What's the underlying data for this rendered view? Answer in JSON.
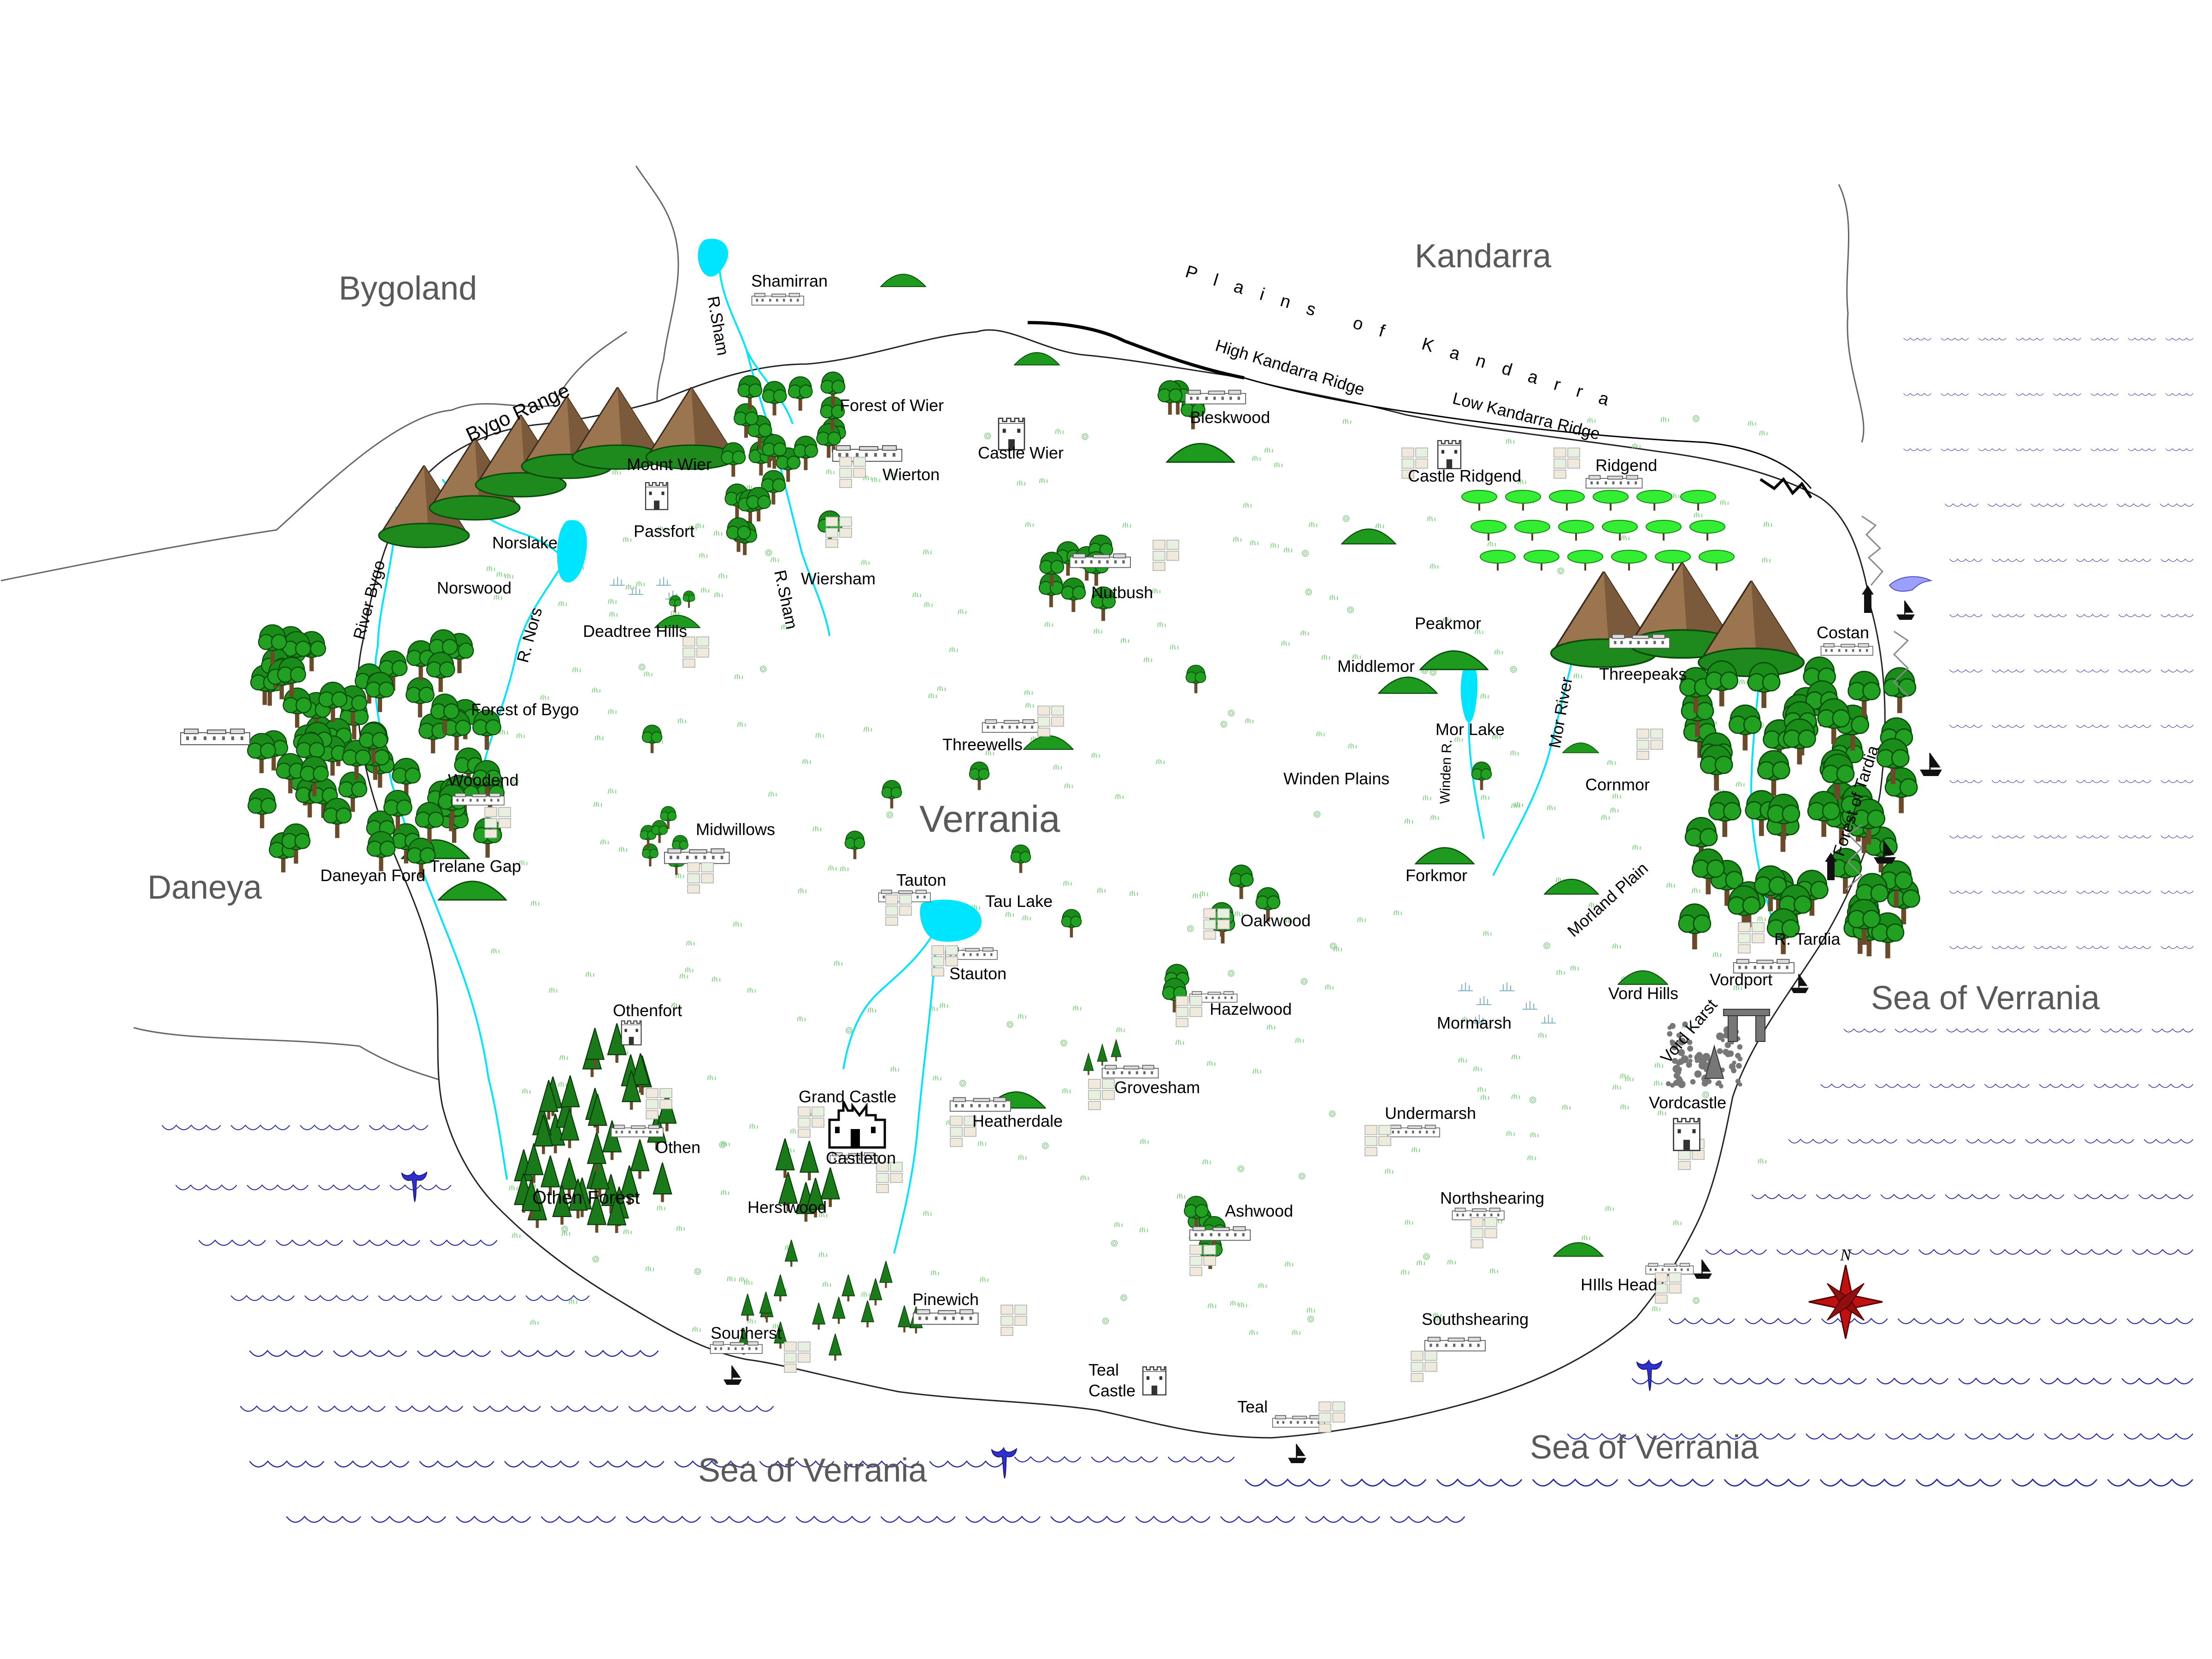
{
  "map": {
    "regions": {
      "bygoland": "Bygoland",
      "kandarra": "Kandarra",
      "daneya": "Daneya",
      "verrania": "Verrania"
    },
    "seas": {
      "east": "Sea of Verrania",
      "south": "Sea of Verrania",
      "southeast": "Sea of Verrania"
    },
    "plains": "Plains of Kandarra",
    "labels": {
      "shamirran": "Shamirran",
      "r_sham_north": "R.Sham",
      "r_sham_south": "R.Sham",
      "bygo_range": "Bygo Range",
      "forest_of_wier": "Forest of Wier",
      "mount_wier": "Mount Wier",
      "wierton": "Wierton",
      "castle_wier": "Castle Wier",
      "passfort": "Passfort",
      "norslake": "Norslake",
      "wiersham": "Wiersham",
      "norswood": "Norswood",
      "r_nors": "R. Nors",
      "deadtree_hills": "Deadtree Hills",
      "river_bygo": "River Bygo",
      "forest_of_bygo": "Forest of Bygo",
      "woodend": "Woodend",
      "daneyan_ford": "Daneyan Ford",
      "trelane_gap": "Trelane Gap",
      "midwillows": "Midwillows",
      "threewells": "Threewells",
      "nutbush": "Nutbush",
      "bleskwood": "Bleskwood",
      "high_kandarra_ridge": "High Kandarra Ridge",
      "low_kandarra_ridge": "Low Kandarra Ridge",
      "castle_ridgend": "Castle Ridgend",
      "ridgend": "Ridgend",
      "peakmor": "Peakmor",
      "middlemor": "Middlemor",
      "threepeaks": "Threepeaks",
      "costan": "Costan",
      "mor_lake": "Mor Lake",
      "mor_river": "Mor River",
      "winden_plains": "Winden Plains",
      "winden_r": "Winden R.",
      "cornmor": "Cornmor",
      "forest_of_tardia": "Forest of Tardia",
      "forkmor": "Forkmor",
      "morland_plain": "Morland Plain",
      "r_tardia": "R. Tardia",
      "tauton": "Tauton",
      "tau_lake": "Tau Lake",
      "stauton": "Stauton",
      "oakwood": "Oakwood",
      "hazelwood": "Hazelwood",
      "vordport": "Vordport",
      "vord_hills": "Vord Hills",
      "vord_karst": "Vord Karst",
      "mormarsh": "Mormarsh",
      "othenfort": "Othenfort",
      "othen": "Othen",
      "othen_forest": "Othen Forest",
      "grand_castle": "Grand Castle",
      "castleton": "Castleton",
      "heatherdale": "Heatherdale",
      "grovesham": "Grovesham",
      "herstwood": "Herstwood",
      "undermarsh": "Undermarsh",
      "vordcastle": "Vordcastle",
      "northshearing": "Northshearing",
      "ashwood": "Ashwood",
      "hills_head": "HIlls Head",
      "pinewich": "Pinewich",
      "southerst": "Southerst",
      "southshearing": "Southshearing",
      "teal_castle_1": "Teal",
      "teal_castle_2": "Castle",
      "teal": "Teal"
    },
    "compass_letter": "N",
    "colors": {
      "sea": "#2a2aa0",
      "river": "#00e5ff",
      "forest": "#1a8c1a",
      "mountain": "#8b6a4a",
      "hill": "#1e9a1e",
      "coast": "#333333",
      "whale": "#3030d0",
      "compass": "#c01010"
    }
  }
}
